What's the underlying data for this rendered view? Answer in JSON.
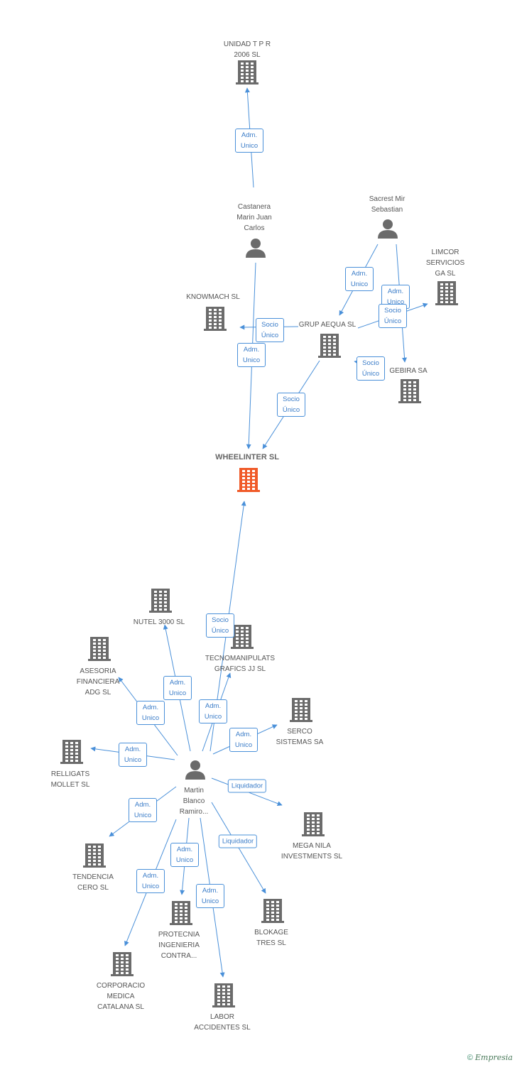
{
  "colors": {
    "edge": "#4a90d9",
    "building": "#6b6b6b",
    "focus": "#f05a28",
    "person": "#6b6b6b"
  },
  "nodes": [
    {
      "id": "unidad",
      "label": "UNIDAD T P R\n2006 SL",
      "type": "company"
    },
    {
      "id": "castanera",
      "label": "Castanera\nMarin Juan\nCarlos",
      "type": "person"
    },
    {
      "id": "sacrest",
      "label": "Sacrest Mir\nSebastian",
      "type": "person"
    },
    {
      "id": "limcor",
      "label": "LIMCOR\nSERVICIOS\nGA SL",
      "type": "company"
    },
    {
      "id": "knowmach",
      "label": "KNOWMACH SL",
      "type": "company"
    },
    {
      "id": "grup",
      "label": "GRUP AEQUA SL",
      "type": "company"
    },
    {
      "id": "gebira",
      "label": "GEBIRA SA",
      "type": "company"
    },
    {
      "id": "wheelinter",
      "label": "WHEELINTER SL",
      "type": "focus"
    },
    {
      "id": "nutel",
      "label": "NUTEL 3000 SL",
      "type": "company"
    },
    {
      "id": "tecno",
      "label": "TECNOMANIPULATS\nGRAFICS JJ SL",
      "type": "company"
    },
    {
      "id": "asesoria",
      "label": "ASESORIA\nFINANCIERA\nADG SL",
      "type": "company"
    },
    {
      "id": "serco",
      "label": "SERCO\nSISTEMAS SA",
      "type": "company"
    },
    {
      "id": "relligats",
      "label": "RELLIGATS\nMOLLET SL",
      "type": "company"
    },
    {
      "id": "martin",
      "label": "Martin\nBlanco\nRamiro...",
      "type": "person"
    },
    {
      "id": "mega",
      "label": "MEGA NILA\nINVESTMENTS SL",
      "type": "company"
    },
    {
      "id": "tendencia",
      "label": "TENDENCIA\nCERO SL",
      "type": "company"
    },
    {
      "id": "blokage",
      "label": "BLOKAGE\nTRES SL",
      "type": "company"
    },
    {
      "id": "protecnia",
      "label": "PROTECNIA\nINGENIERIA\nCONTRA...",
      "type": "company"
    },
    {
      "id": "corporacio",
      "label": "CORPORACIO\nMEDICA\nCATALANA SL",
      "type": "company"
    },
    {
      "id": "labor",
      "label": "LABOR\nACCIDENTES SL",
      "type": "company"
    }
  ],
  "edges": [
    {
      "from": "castanera",
      "to": "unidad",
      "label": "Adm.\nUnico"
    },
    {
      "from": "castanera",
      "to": "wheelinter",
      "label": "Adm.\nUnico"
    },
    {
      "from": "grup",
      "to": "knowmach",
      "label": "Socio\nÚnico"
    },
    {
      "from": "sacrest",
      "to": "grup",
      "label": "Adm.\nUnico"
    },
    {
      "from": "sacrest",
      "to": "gebira",
      "label": "Adm.\nUnico"
    },
    {
      "from": "grup",
      "to": "limcor",
      "label": "Socio\nÚnico"
    },
    {
      "from": "grup",
      "to": "gebira",
      "label": "Socio\nÚnico"
    },
    {
      "from": "grup",
      "to": "wheelinter",
      "label": "Socio\nÚnico"
    },
    {
      "from": "martin",
      "to": "wheelinter",
      "label": "Socio\nÚnico"
    },
    {
      "from": "martin",
      "to": "nutel",
      "label": "Adm.\nUnico"
    },
    {
      "from": "martin",
      "to": "tecno",
      "label": "Adm.\nUnico"
    },
    {
      "from": "martin",
      "to": "asesoria",
      "label": "Adm.\nUnico"
    },
    {
      "from": "martin",
      "to": "serco",
      "label": "Adm.\nUnico"
    },
    {
      "from": "martin",
      "to": "relligats",
      "label": "Adm.\nUnico"
    },
    {
      "from": "martin",
      "to": "mega",
      "label": "Liquidador"
    },
    {
      "from": "martin",
      "to": "tendencia",
      "label": "Adm.\nUnico"
    },
    {
      "from": "martin",
      "to": "blokage",
      "label": "Liquidador"
    },
    {
      "from": "martin",
      "to": "protecnia",
      "label": "Adm.\nUnico"
    },
    {
      "from": "martin",
      "to": "corporacio",
      "label": "Adm.\nUnico"
    },
    {
      "from": "martin",
      "to": "labor",
      "label": "Adm.\nUnico"
    }
  ],
  "copyright": {
    "symbol": "©",
    "brand": "Empresia"
  }
}
